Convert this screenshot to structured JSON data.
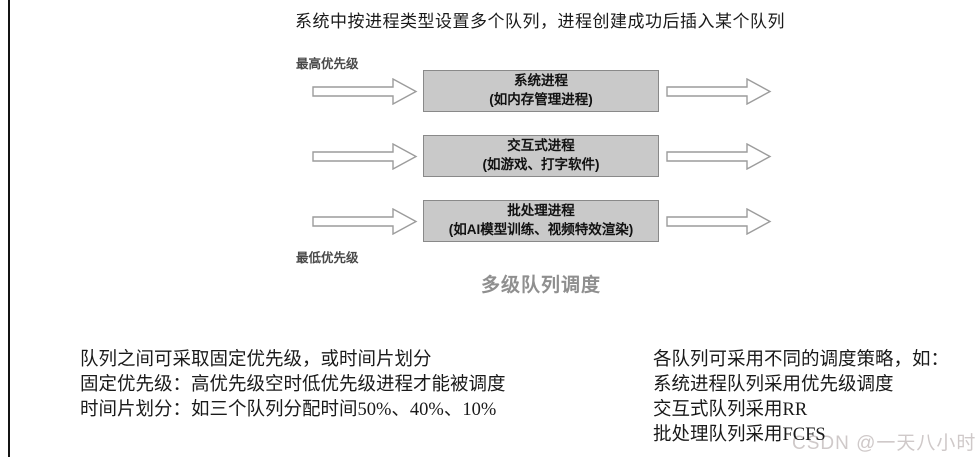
{
  "title": "系统中按进程类型设置多个队列，进程创建成功后插入某个队列",
  "diagram": {
    "top_label": "最高优先级",
    "bottom_label": "最低优先级",
    "caption": "多级队列调度",
    "queues": [
      {
        "name": "系统进程",
        "example": "(如内存管理进程)"
      },
      {
        "name": "交互式进程",
        "example": "(如游戏、打字软件)"
      },
      {
        "name": "批处理进程",
        "example": "(如AI模型训练、视频特效渲染)"
      }
    ],
    "colors": {
      "box_fill": "#c9c9c9",
      "box_border": "#898989",
      "arrow_outline": "#9c9c9c",
      "caption_color": "#8f8f8f"
    }
  },
  "notes_left": {
    "lines": [
      "队列之间可采取固定优先级，或时间片划分",
      "固定优先级：高优先级空时低优先级进程才能被调度",
      "时间片划分：如三个队列分配时间50%、40%、10%"
    ]
  },
  "notes_right": {
    "lines": [
      "各队列可采用不同的调度策略，如：",
      "系统进程队列采用优先级调度",
      "交互式队列采用RR",
      "批处理队列采用FCFS"
    ]
  },
  "watermark": "CSDN @一天八小时"
}
